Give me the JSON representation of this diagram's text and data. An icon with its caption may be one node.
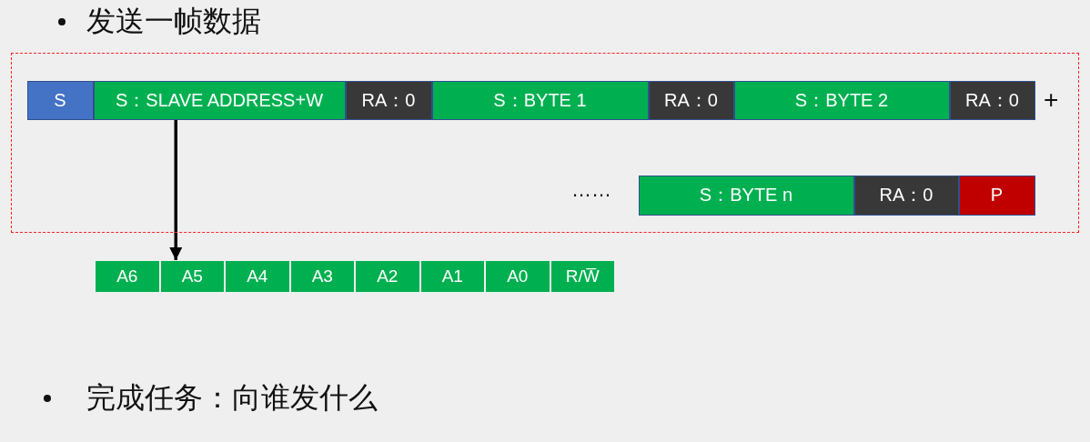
{
  "diagram": {
    "nodes": [
      {
        "text": [],
        "shape": "box"
      },
      {
        "text": [
          "S"
        ],
        "in": 0
      },
      {
        "text": [
          "S：SLAVE ADDRESS+W"
        ],
        "in": 0
      },
      {
        "text": [
          "RA：0"
        ],
        "in": 0
      },
      {
        "text": [
          "S：BYTE 1"
        ],
        "in": 0
      },
      {
        "text": [
          "RA：0"
        ],
        "in": 0
      },
      {
        "text": [
          "S：BYTE 2"
        ],
        "in": 0
      },
      {
        "text": [
          "RA：0"
        ],
        "in": 0
      },
      {
        "text": [
          "S：BYTE n"
        ],
        "in": 0
      },
      {
        "text": [
          "RA：0"
        ],
        "in": 0
      },
      {
        "text": [
          "P"
        ],
        "in": 0
      },
      {
        "text": [
          "A6"
        ]
      },
      {
        "text": [
          "A5"
        ]
      },
      {
        "text": [
          "A4"
        ]
      },
      {
        "text": [
          "A3"
        ]
      },
      {
        "text": [
          "A2"
        ]
      },
      {
        "text": [
          "A1"
        ]
      },
      {
        "text": [
          "A0"
        ]
      },
      {
        "text": [
          "R/W̅"
        ]
      }
    ],
    "edges": [
      {
        "from": 2,
        "to": 12,
        "arrow": "to"
      }
    ],
    "labels": [
      "发送一帧数据",
      "+",
      "……",
      "完成任务：向谁发什么"
    ]
  }
}
